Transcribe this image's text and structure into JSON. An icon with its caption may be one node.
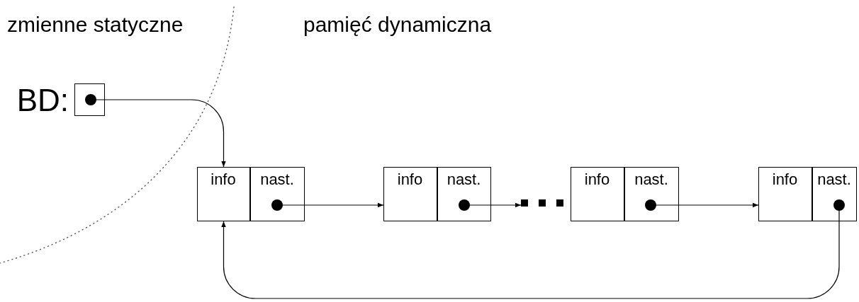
{
  "diagram": {
    "nodes": [
      {
        "text": [],
        "shape": "box",
        "beside": [
          "BD:"
        ]
      },
      {
        "text": [
          "info"
        ]
      },
      {
        "text": [
          "nast."
        ]
      },
      {
        "text": [
          "info"
        ]
      },
      {
        "text": [
          "nast."
        ]
      },
      {
        "text": [],
        "shape": "dots"
      },
      {
        "text": [
          "info"
        ]
      },
      {
        "text": [
          "nast."
        ]
      },
      {
        "text": [
          "info"
        ]
      },
      {
        "text": [
          "nast."
        ]
      }
    ],
    "edges": [
      {
        "from": 0,
        "to": 1,
        "arrow": "to"
      },
      {
        "from": 2,
        "to": 3,
        "arrow": "to"
      },
      {
        "from": 4,
        "to": 5,
        "arrow": "to"
      },
      {
        "from": 7,
        "to": 8,
        "arrow": "to"
      },
      {
        "from": 9,
        "to": 1,
        "arrow": "to"
      }
    ],
    "labels": [
      "zmienne statyczne",
      "pamięć dynamiczna"
    ]
  }
}
